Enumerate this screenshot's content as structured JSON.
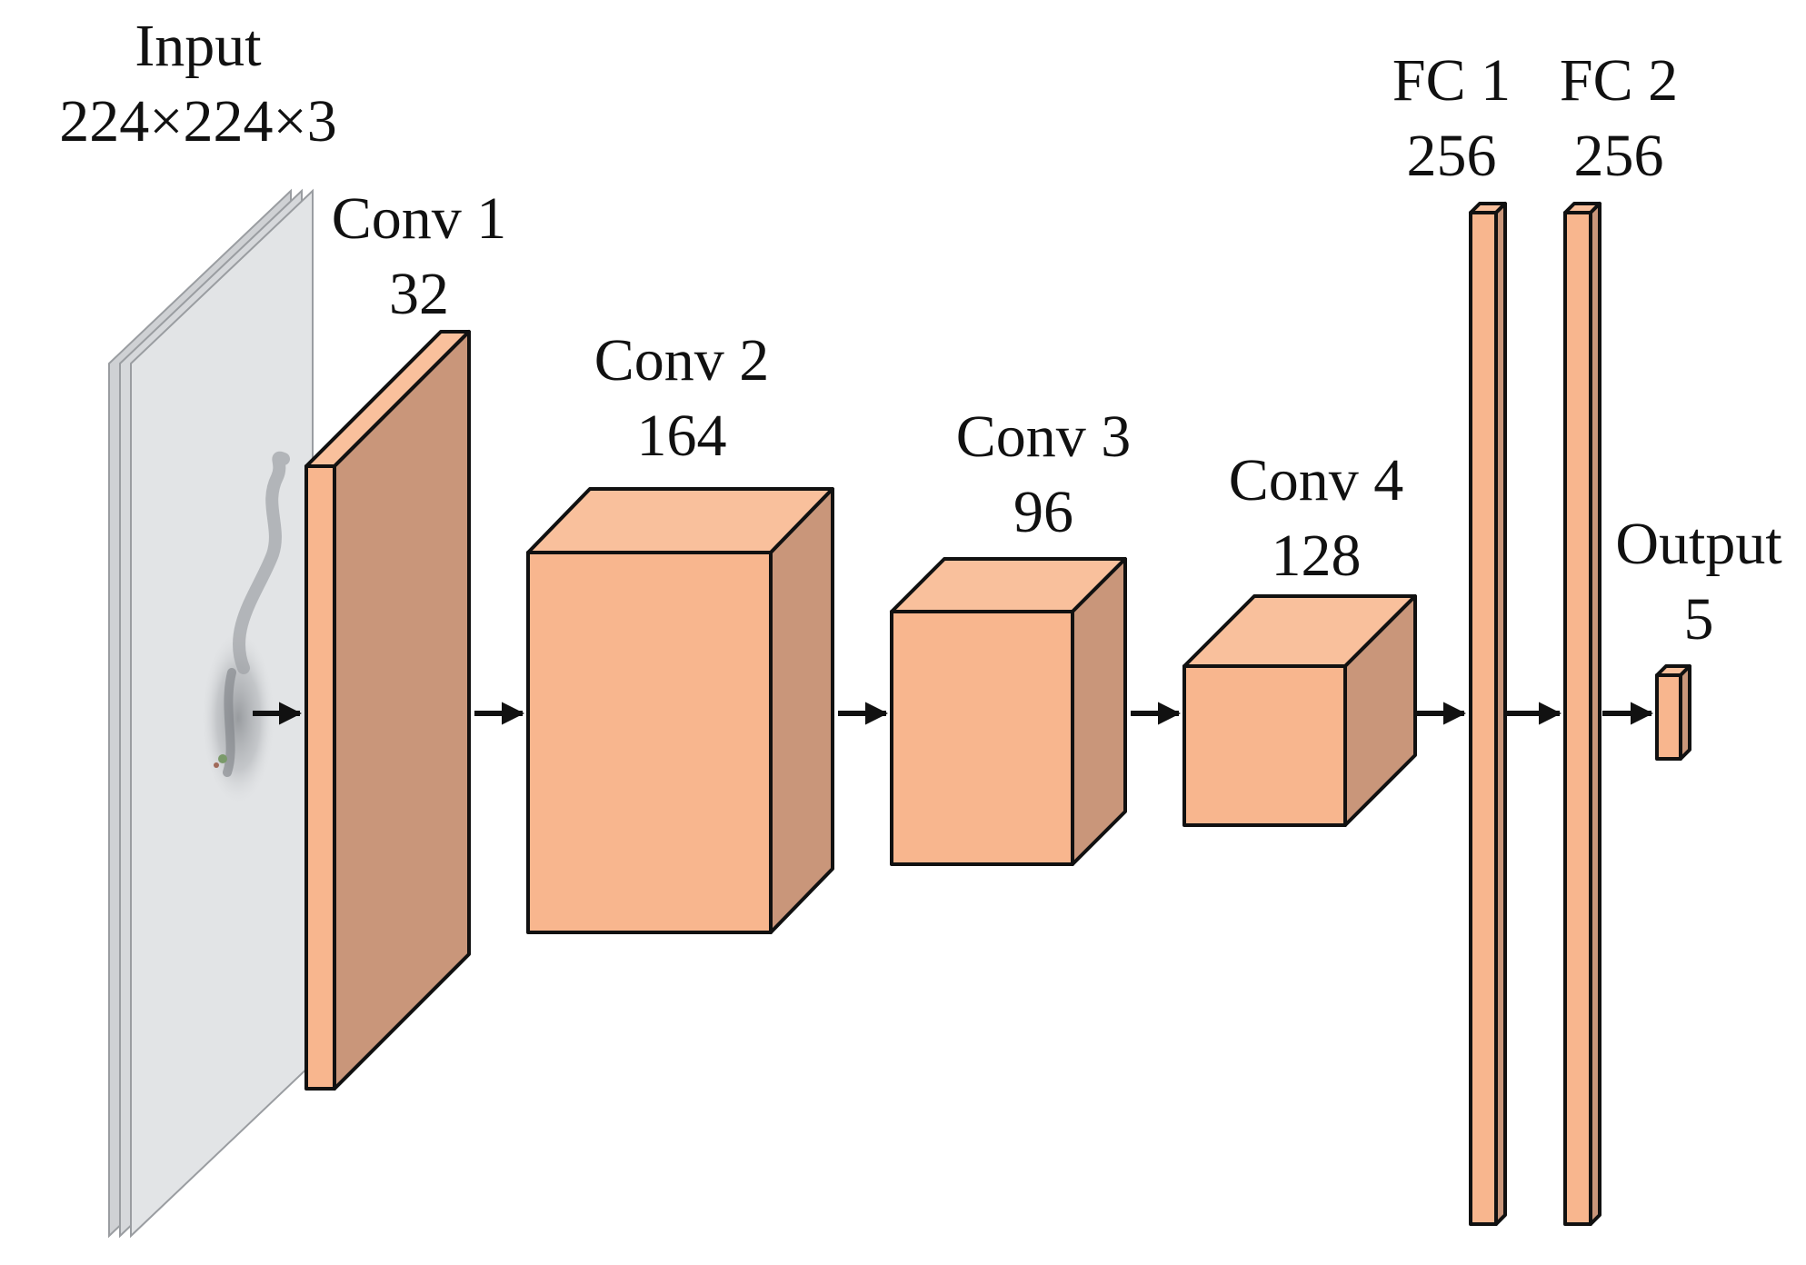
{
  "diagram": {
    "colors": {
      "front": "#F8B68E",
      "top": "#F9C09C",
      "side": "#C9967A",
      "edge": "#111111",
      "input_sheet": "#D8DADC",
      "input_sheet_front": "#E4E6E8"
    },
    "input": {
      "name": "Input",
      "dims": "224×224×3"
    },
    "layers": [
      {
        "id": "conv1",
        "name": "Conv 1",
        "size": "32"
      },
      {
        "id": "conv2",
        "name": "Conv 2",
        "size": "164"
      },
      {
        "id": "conv3",
        "name": "Conv 3",
        "size": "96"
      },
      {
        "id": "conv4",
        "name": "Conv 4",
        "size": "128"
      },
      {
        "id": "fc1",
        "name": "FC 1",
        "size": "256"
      },
      {
        "id": "fc2",
        "name": "FC 2",
        "size": "256"
      },
      {
        "id": "output",
        "name": "Output",
        "size": "5"
      }
    ],
    "edges": [
      [
        "input",
        "conv1"
      ],
      [
        "conv1",
        "conv2"
      ],
      [
        "conv2",
        "conv3"
      ],
      [
        "conv3",
        "conv4"
      ],
      [
        "conv4",
        "fc1"
      ],
      [
        "fc1",
        "fc2"
      ],
      [
        "fc2",
        "output"
      ]
    ]
  }
}
